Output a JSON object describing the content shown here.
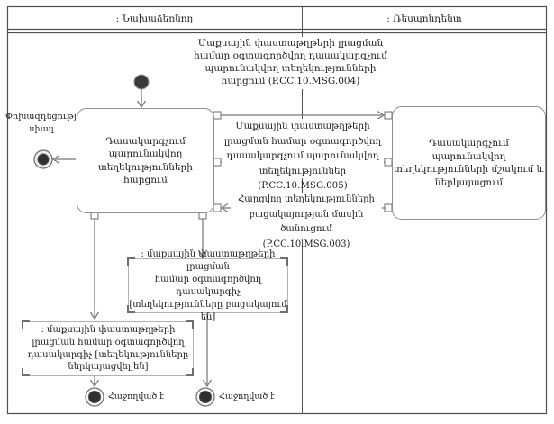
{
  "header": {
    "left_lane": ": Նախաձեռնող",
    "right_lane": ": Ռեսպոնդենտ"
  },
  "annotations": {
    "msg004": "Մաքսային փաստաթղթերի լրացման\nհամար օգտագործվող դասակարգչում\nպարունակվող տեղեկությունների\nհարցում (P.CC.10.MSG.004)",
    "msg005": "Մաքսային փաստաթղթերի\nլրացման համար օգտագործվող\nդասակարգչում պարունակվող\nտեղեկություններ (P.CC.10.MSG.005)",
    "msg003": "Հարցվող տեղեկությունների\nբացակայության մասին ծանուցում\n(P.CC.10.MSG.003)"
  },
  "nodes": {
    "left_activity": "Դասակարգչում\nպարունակվող\nտեղեկությունների հարցում",
    "right_activity": "Դասակարգչում\nպարունակվող\nտեղեկությունների մշակում և\nներկայացում",
    "object_missing": ": մաքսային փաստաթղթերի լրացման\nհամար օգտագործվող դասակարգիչ\n[տեղեկությունները բացակայում են]",
    "object_presented": ": մաքսային փաստաթղթերի\nլրացման համար օգտագործվող\nդասակարգիչ [տեղեկությունները\nներկայացվել են]"
  },
  "labels": {
    "error_final": "Փոխազդեցության\nսխալ",
    "success_left": "Հաջողված է",
    "success_mid": "Հաջողված է"
  },
  "colors": {
    "frame": "#4a4a4a",
    "connector": "#757575",
    "box_border": "#8f8f8f",
    "node_fill": "#333333",
    "text": "#1c1c1c"
  }
}
